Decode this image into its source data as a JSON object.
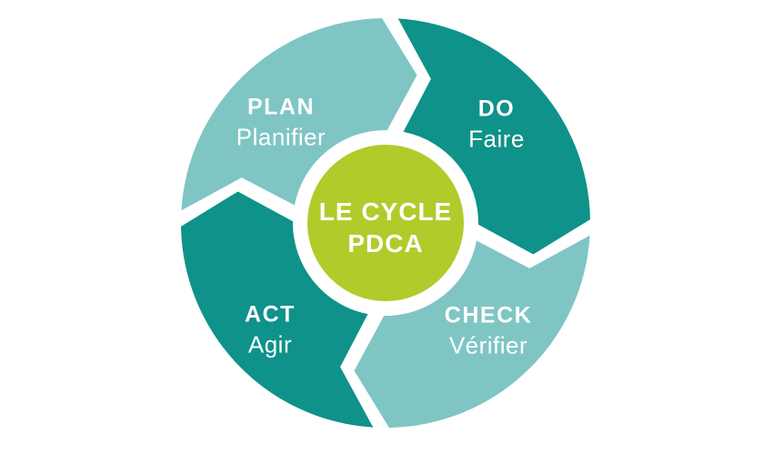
{
  "diagram": {
    "center": {
      "line1": "LE CYCLE",
      "line2": "PDCA"
    },
    "segments": [
      {
        "id": "plan",
        "title": "PLAN",
        "subtitle": "Planifier",
        "color": "#7FC5C4",
        "start_angle": 270
      },
      {
        "id": "do",
        "title": "DO",
        "subtitle": "Faire",
        "color": "#0E9289",
        "start_angle": 0
      },
      {
        "id": "check",
        "title": "CHECK",
        "subtitle": "Vérifier",
        "color": "#7FC5C4",
        "start_angle": 90
      },
      {
        "id": "act",
        "title": "ACT",
        "subtitle": "Agir",
        "color": "#0E9289",
        "start_angle": 180
      }
    ],
    "colors": {
      "light_teal": "#7FC5C4",
      "dark_teal": "#0E9289",
      "center_green": "#B1CB2B",
      "text": "#FFFFFF",
      "background": "#FFFFFF"
    }
  }
}
